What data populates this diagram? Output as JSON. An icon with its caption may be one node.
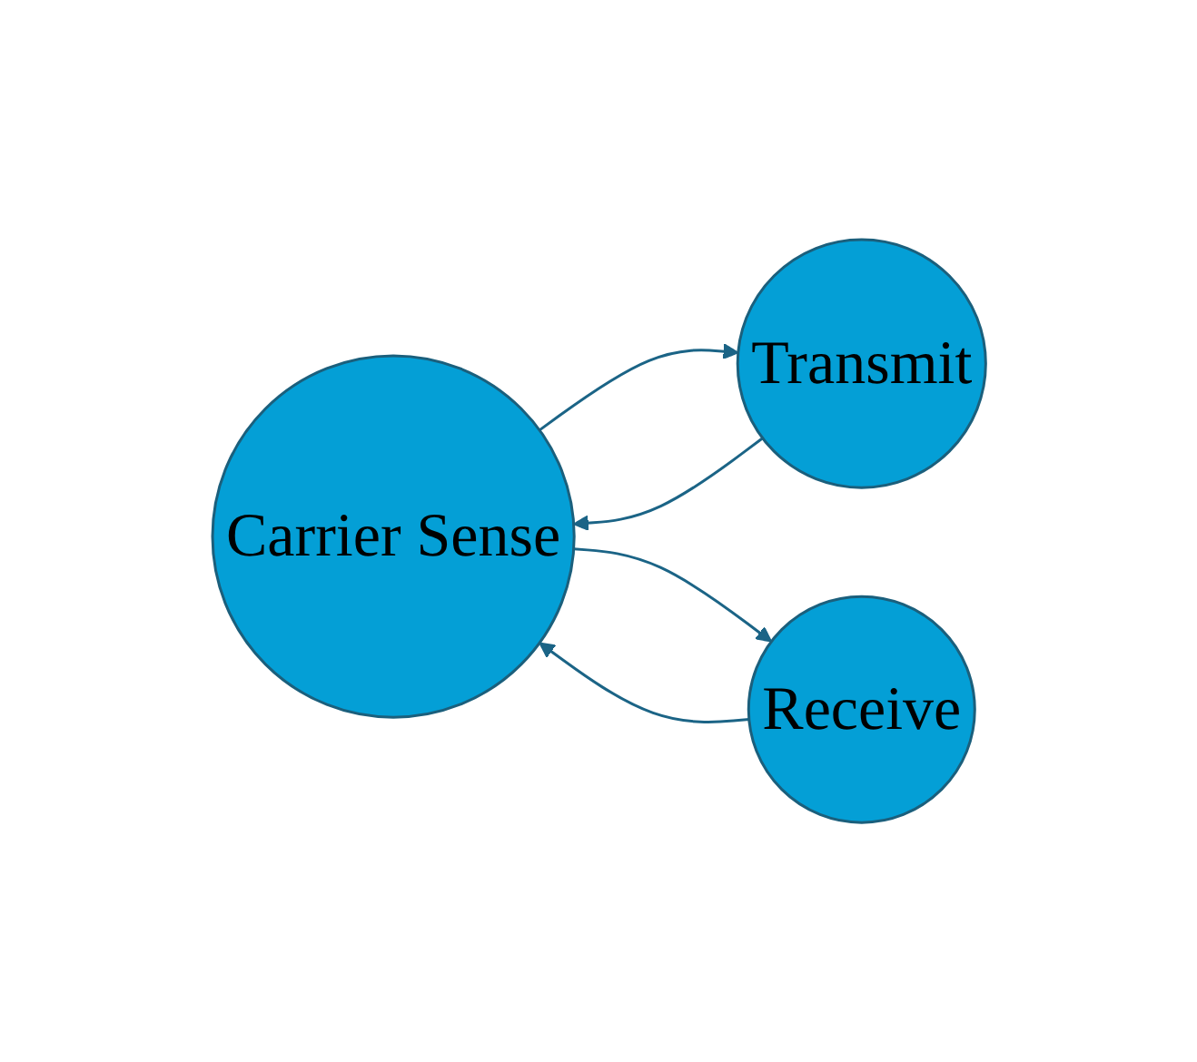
{
  "diagram": {
    "nodes": [
      {
        "text": [
          "Carrier Sense"
        ]
      },
      {
        "text": [
          "Transmit"
        ]
      },
      {
        "text": [
          "Receive"
        ]
      }
    ],
    "edges": [
      {
        "from": 0,
        "to": 1,
        "arrow": "to"
      },
      {
        "from": 1,
        "to": 0,
        "arrow": "to"
      },
      {
        "from": 0,
        "to": 2,
        "arrow": "to"
      },
      {
        "from": 2,
        "to": 0,
        "arrow": "to"
      }
    ]
  }
}
